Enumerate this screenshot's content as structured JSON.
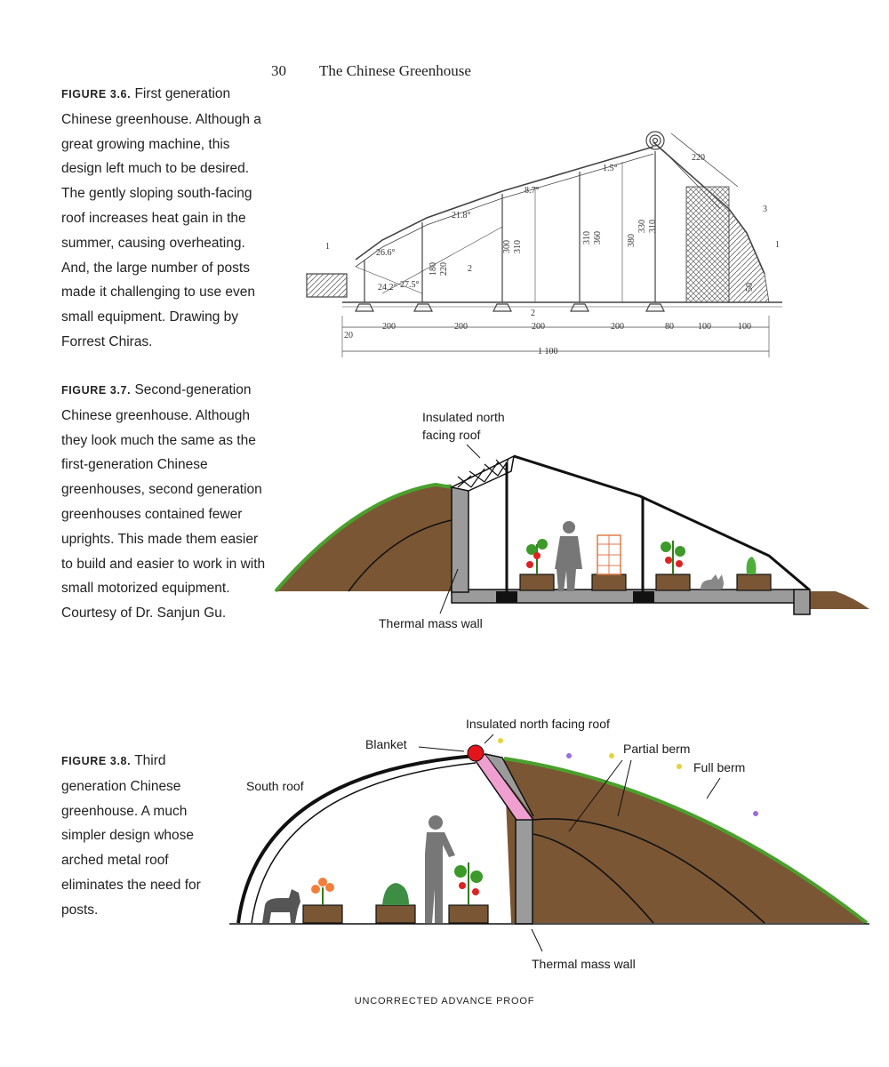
{
  "header": {
    "page_number": "30",
    "running_title": "The Chinese Greenhouse"
  },
  "captions": [
    {
      "label": "FIGURE 3.6.",
      "text": "First generation Chinese greenhouse. Although a great growing machine, this design left much to be desired. The gently sloping south-facing roof increases heat gain in the summer, causing overheating. And, the large number of posts made it challenging to use even small equipment. Drawing by Forrest Chiras."
    },
    {
      "label": "FIGURE 3.7.",
      "text": "Second-generation Chinese greenhouse. Although they look much the same as the first-generation Chinese greenhouses, second generation greenhouses contained fewer uprights. This made them easier to build and easier to work in with small motorized equipment. Courtesy of Dr. Sanjun Gu."
    },
    {
      "label": "FIGURE 3.8.",
      "text": "Third generation Chinese greenhouse. A much simpler design whose arched metal roof eliminates the need for posts."
    }
  ],
  "fig1": {
    "dims_top": [
      "220"
    ],
    "angles": [
      "26.6°",
      "21.8°",
      "8.7°",
      "1.5°",
      "24.2°",
      "27.5°"
    ],
    "heights": [
      "180",
      "220",
      "300",
      "310",
      "310",
      "360",
      "380",
      "330",
      "310",
      "50"
    ],
    "callouts": [
      "1",
      "2",
      "2",
      "3",
      "1"
    ],
    "bottom_dims": [
      "20",
      "200",
      "200",
      "200",
      "200",
      "80",
      "100",
      "100"
    ],
    "total": "1 100"
  },
  "fig2": {
    "label_roof": "Insulated north facing roof",
    "label_wall": "Thermal mass wall"
  },
  "fig3": {
    "label_insulated_roof": "Insulated north facing roof",
    "label_blanket": "Blanket",
    "label_partial_berm": "Partial berm",
    "label_full_berm": "Full berm",
    "label_south_roof": "South roof",
    "label_wall": "Thermal mass wall"
  },
  "footer": "UNCORRECTED ADVANCE PROOF"
}
